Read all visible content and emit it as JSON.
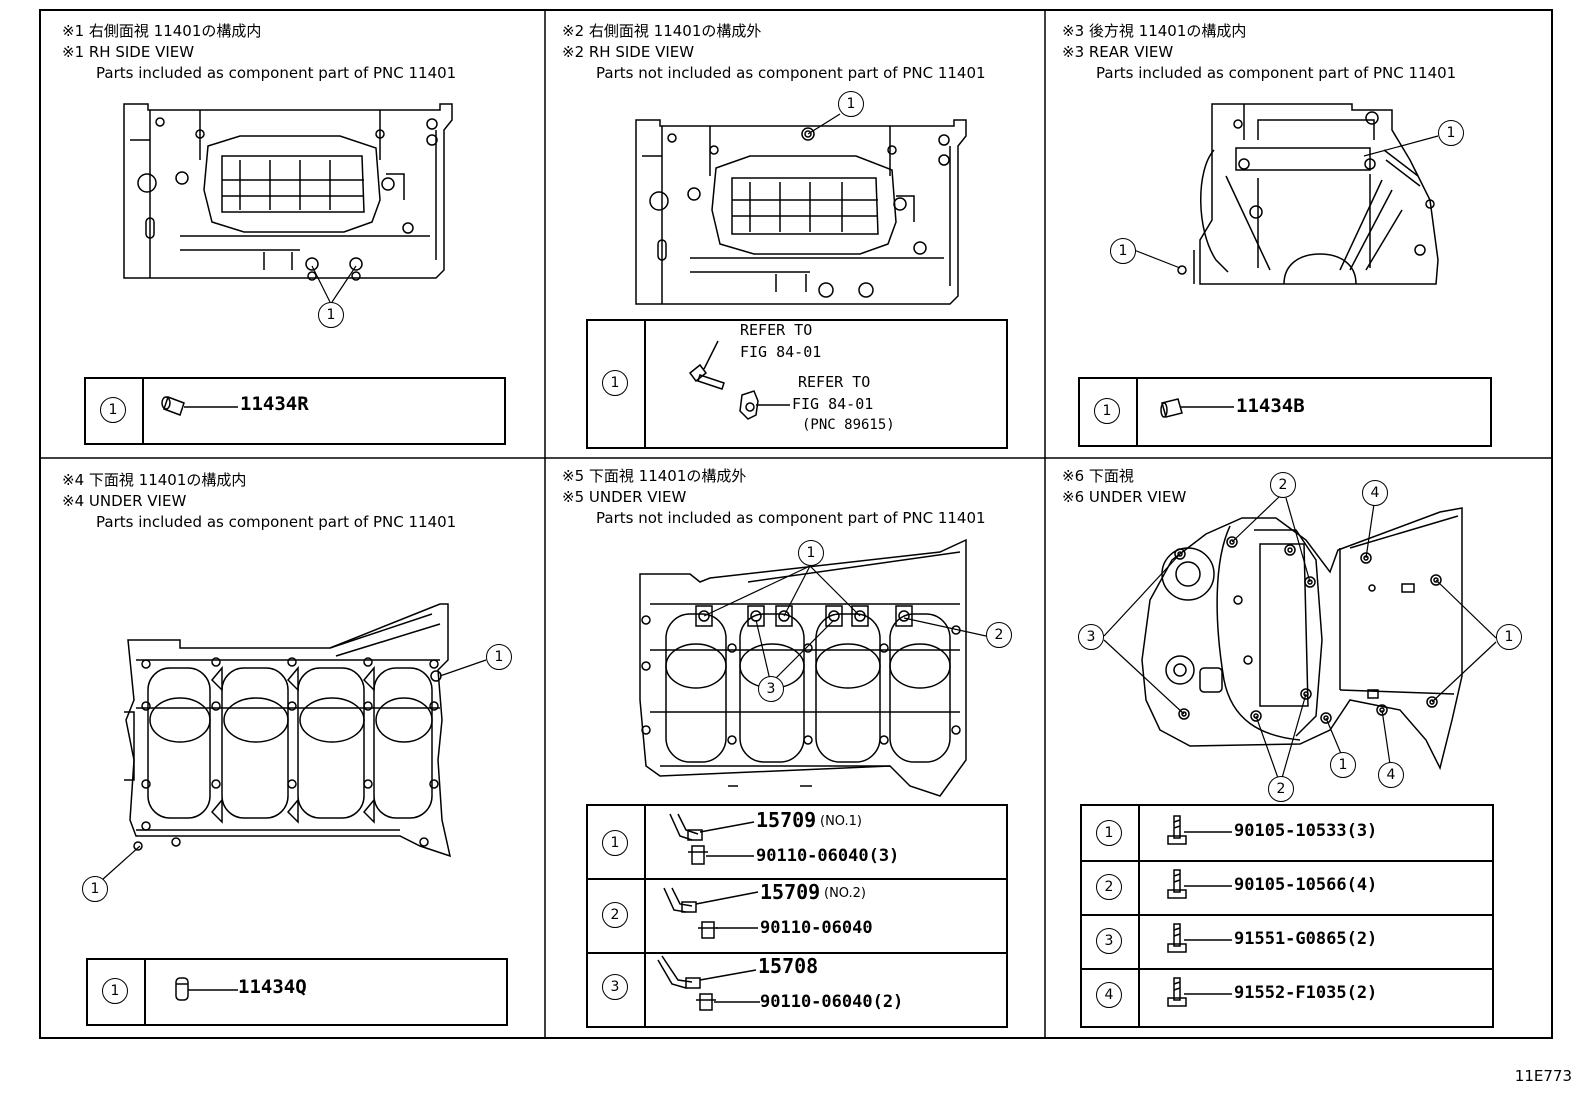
{
  "panels": [
    {
      "jp": "※1 右側面視 11401の構成内",
      "en": "※1 RH SIDE VIEW",
      "desc": "Parts included as component part of PNC 11401",
      "legend": [
        {
          "num": "1",
          "code": "11434R"
        }
      ]
    },
    {
      "jp": "※2 右側面視 11401の構成外",
      "en": "※2 RH SIDE VIEW",
      "desc": "Parts not included as component part of PNC 11401",
      "legend": [
        {
          "num": "1",
          "refer1": "REFER TO",
          "fig1": "FIG 84-01",
          "refer2": "REFER TO",
          "fig2": "FIG 84-01",
          "pnc": "(PNC 89615)"
        }
      ]
    },
    {
      "jp": "※3 後方視 11401の構成内",
      "en": "※3 REAR VIEW",
      "desc": "Parts included as component part of PNC 11401",
      "legend": [
        {
          "num": "1",
          "code": "11434B"
        }
      ]
    },
    {
      "jp": "※4 下面視 11401の構成内",
      "en": "※4 UNDER VIEW",
      "desc": "Parts included as component part of PNC 11401",
      "legend": [
        {
          "num": "1",
          "code": "11434Q"
        }
      ]
    },
    {
      "jp": "※5 下面視 11401の構成外",
      "en": "※5 UNDER VIEW",
      "desc": "Parts not included as component part of PNC 11401",
      "legend": [
        {
          "num": "1",
          "code": "15709",
          "note": "(NO.1)",
          "sub": "90110-06040(3)"
        },
        {
          "num": "2",
          "code": "15709",
          "note": "(NO.2)",
          "sub": "90110-06040"
        },
        {
          "num": "3",
          "code": "15708",
          "note": "",
          "sub": "90110-06040(2)"
        }
      ]
    },
    {
      "jp": "※6 下面視",
      "en": "※6 UNDER VIEW",
      "desc": "",
      "legend": [
        {
          "num": "1",
          "code": "90105-10533(3)"
        },
        {
          "num": "2",
          "code": "90105-10566(4)"
        },
        {
          "num": "3",
          "code": "91551-G0865(2)"
        },
        {
          "num": "4",
          "code": "91552-F1035(2)"
        }
      ]
    }
  ],
  "callouts": {
    "one": "1",
    "two": "2",
    "three": "3",
    "four": "4"
  },
  "footer": "11E773"
}
